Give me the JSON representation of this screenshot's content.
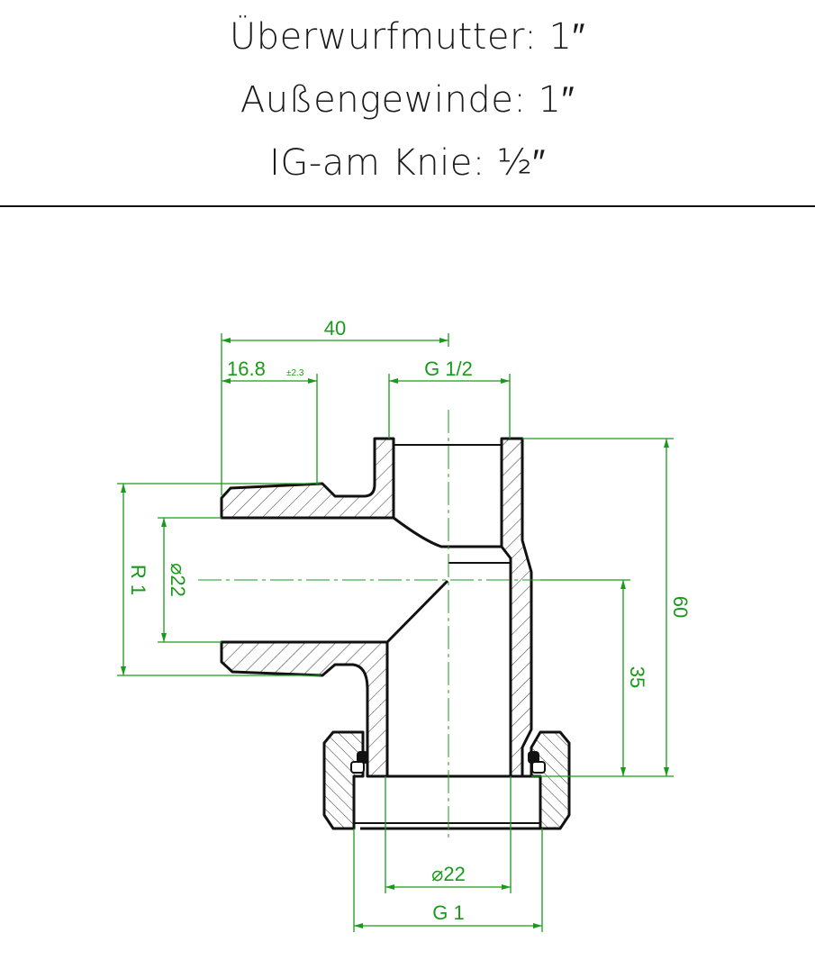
{
  "header": {
    "line1": "Überwurfmutter: 1″",
    "line2": "Außengewinde: 1″",
    "line3": "IG-am Knie: ½″"
  },
  "dimensions": {
    "overall_length": "40",
    "thread_length": "16.8",
    "thread_tolerance": "±2.3",
    "branch_thread": "G 1/2",
    "male_thread": "R 1",
    "bore_left": "⌀22",
    "height_total": "60",
    "height_center": "35",
    "bore_bottom": "⌀22",
    "nut_thread": "G 1"
  },
  "colors": {
    "dimension": "#1a9a1a",
    "outline": "#111111"
  }
}
